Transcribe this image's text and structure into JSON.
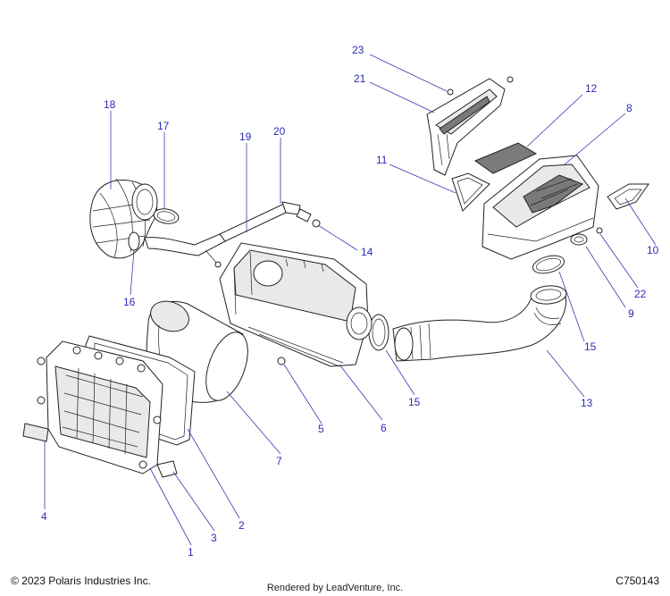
{
  "callouts": {
    "c1": "1",
    "c2": "2",
    "c3": "3",
    "c4": "4",
    "c5": "5",
    "c6": "6",
    "c7": "7",
    "c8": "8",
    "c9": "9",
    "c10": "10",
    "c11": "11",
    "c12": "12",
    "c13": "13",
    "c14": "14",
    "c15a": "15",
    "c15b": "15",
    "c16": "16",
    "c17": "17",
    "c18": "18",
    "c19": "19",
    "c20": "20",
    "c21": "21",
    "c22": "22",
    "c23": "23"
  },
  "footer": {
    "copyright": "© 2023 Polaris Industries Inc.",
    "rendered_by": "Rendered by LeadVenture, Inc.",
    "diagram_code": "C750143"
  }
}
